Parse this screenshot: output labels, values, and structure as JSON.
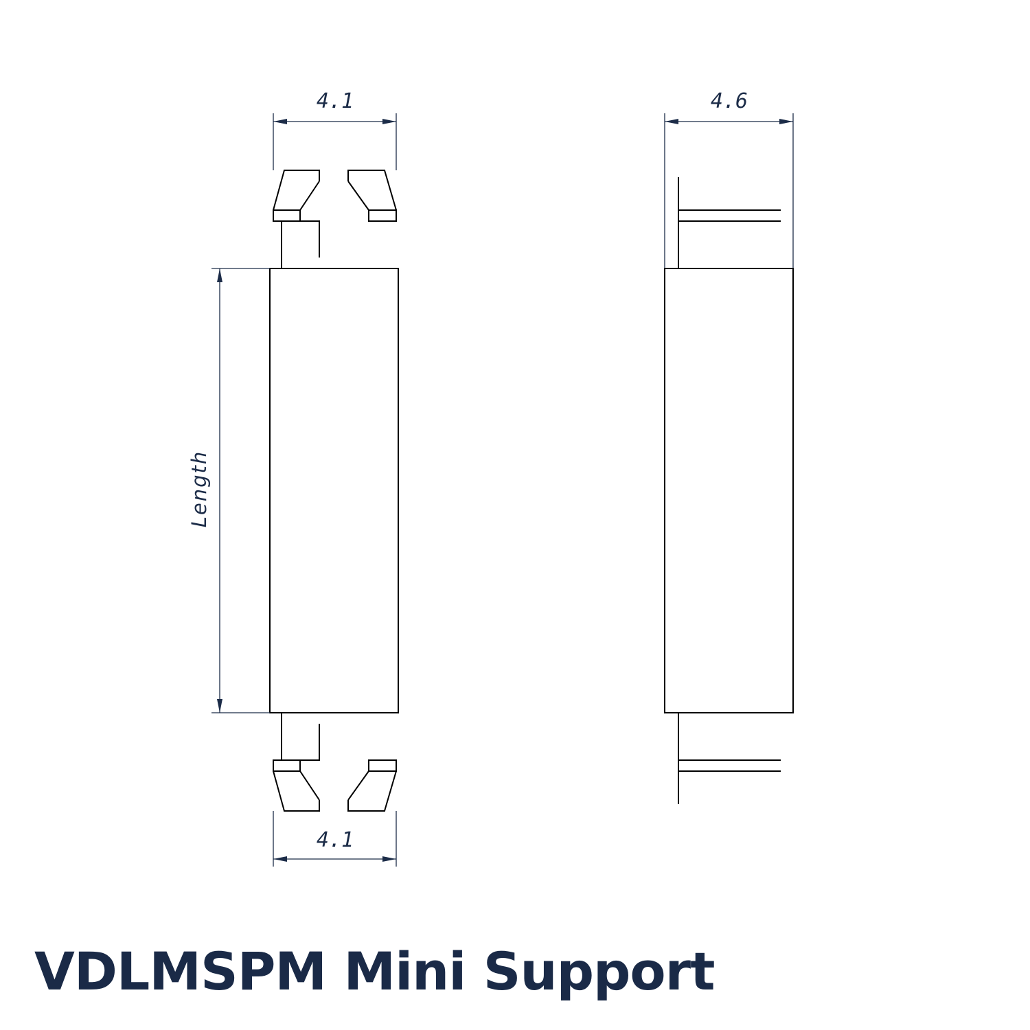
{
  "title": "VDLMSPM Mini Support",
  "dimensions": {
    "front_top_width": "4.1",
    "front_bottom_width": "4.1",
    "side_width": "4.6",
    "length_label": "Length"
  },
  "colors": {
    "dimension": "#1c2c48",
    "title": "#1a2a47",
    "outline": "#000000"
  }
}
